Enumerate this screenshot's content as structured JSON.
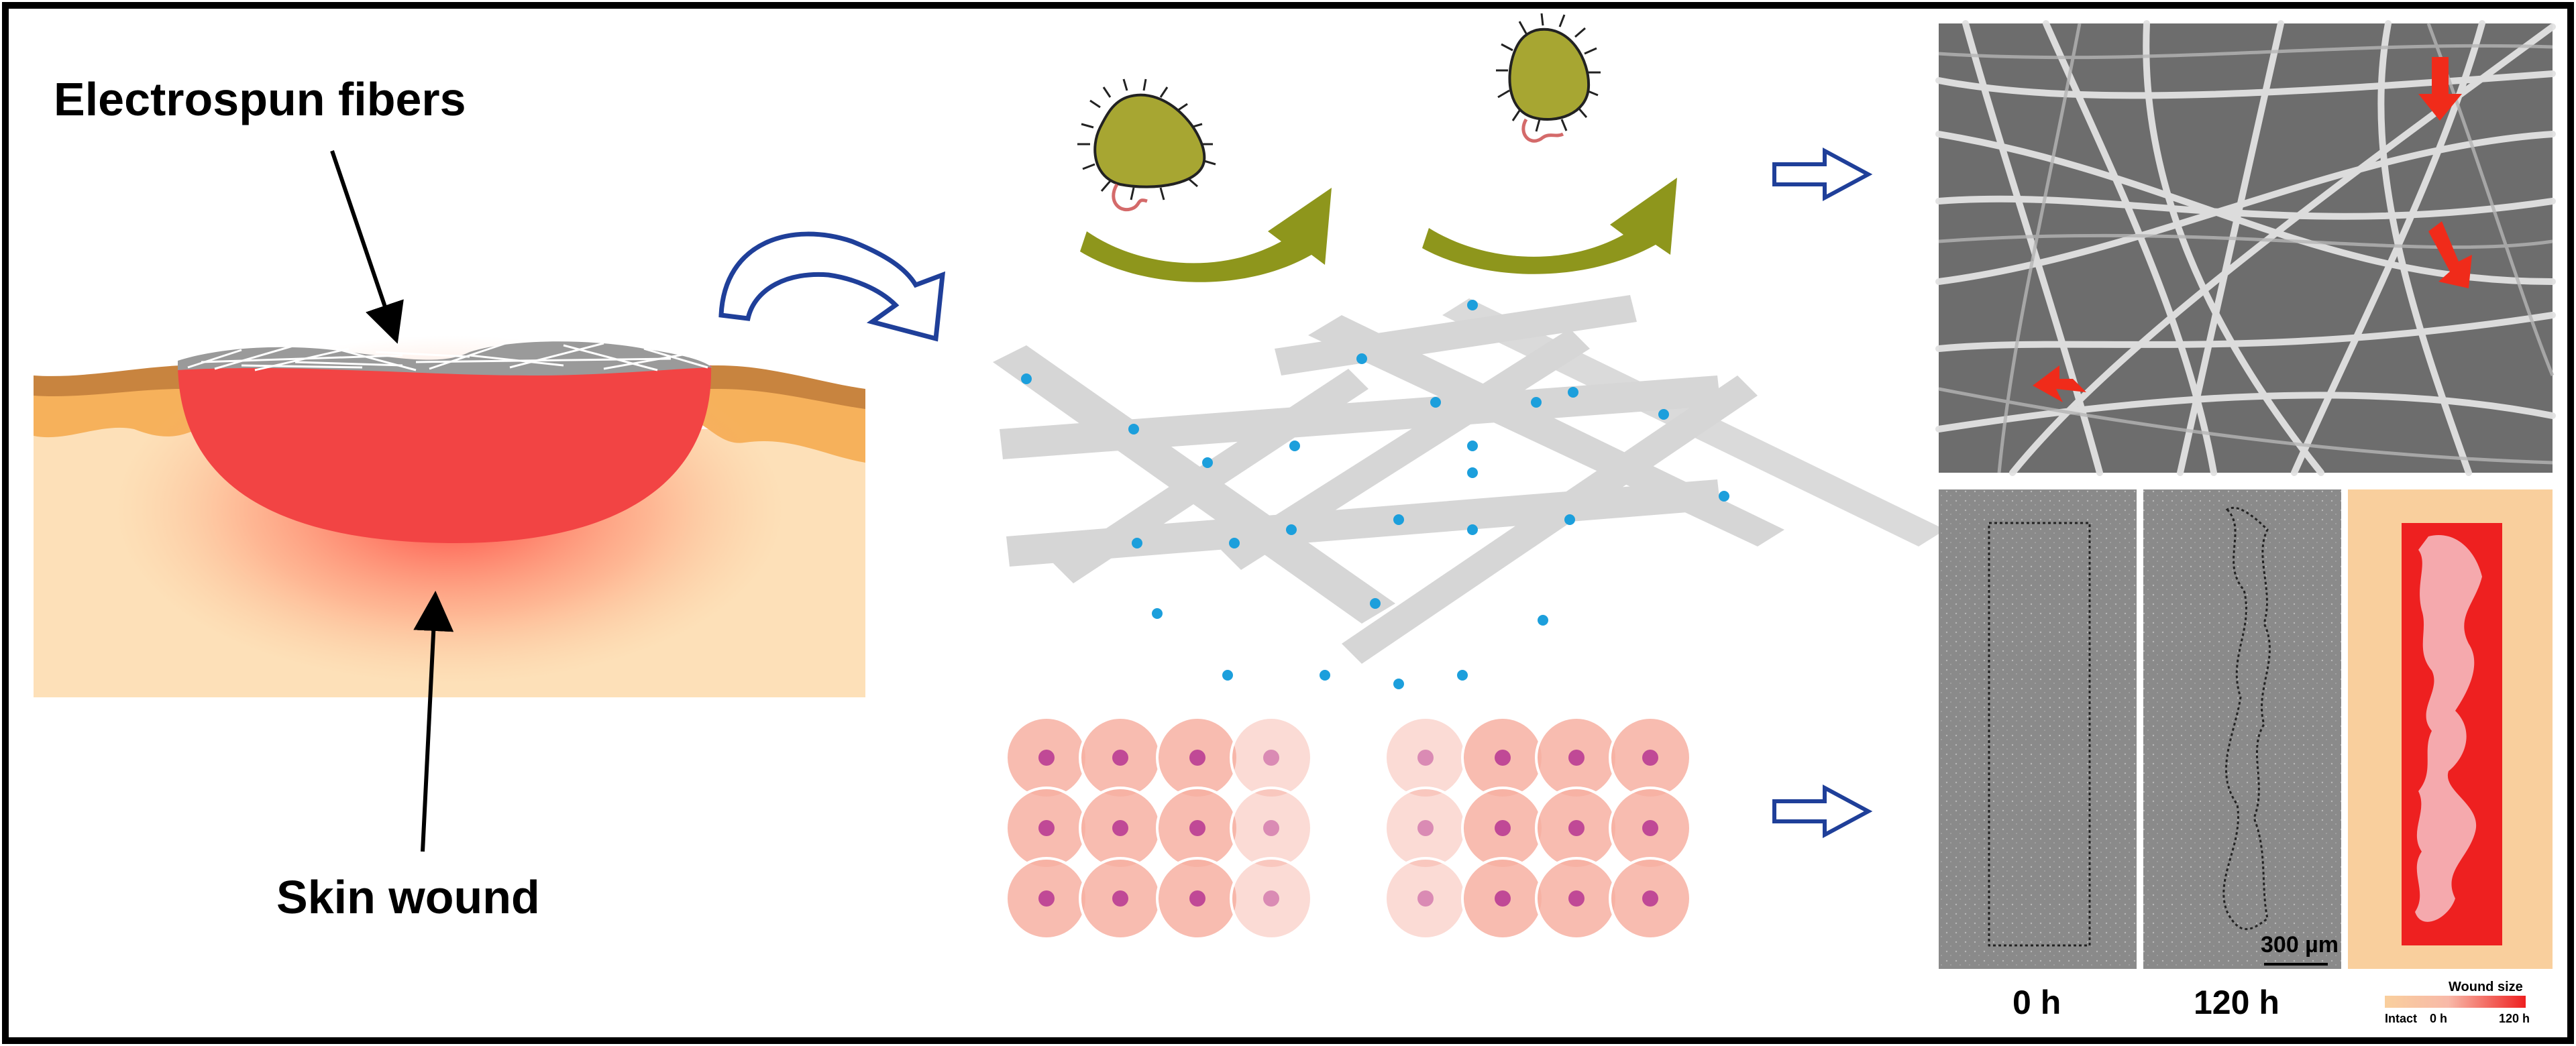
{
  "labels": {
    "fibers": "Electrospun fibers",
    "wound": "Skin wound",
    "scale_bar": "300 µm",
    "time_start": "0 h",
    "time_end": "120 h"
  },
  "legend": {
    "title": "Wound size",
    "intact": "Intact",
    "start": "0 h",
    "end": "120 h"
  },
  "colors": {
    "border": "#000000",
    "skin_outer": "#c8843f",
    "skin_fat": "#f6b15b",
    "skin_body": "#fde0b8",
    "wound": "#f24444",
    "fiber_mat": "#9a9a9a",
    "fiber_strip": "#d6d6d6",
    "drug_dot": "#1c9fdc",
    "bacteria_body": "#a7a632",
    "curved_arrow": "#8e961c",
    "block_arrow": "#1f3f99",
    "cell": "#f7b0a2",
    "nucleus": "#b93c93",
    "sem_bg": "#6d6d6d",
    "wound_map_bg": "#f9cf9d",
    "wound_map_red": "#ee2020",
    "wound_map_pink": "#f5a9ad",
    "red_marker": "#f02b1a"
  }
}
